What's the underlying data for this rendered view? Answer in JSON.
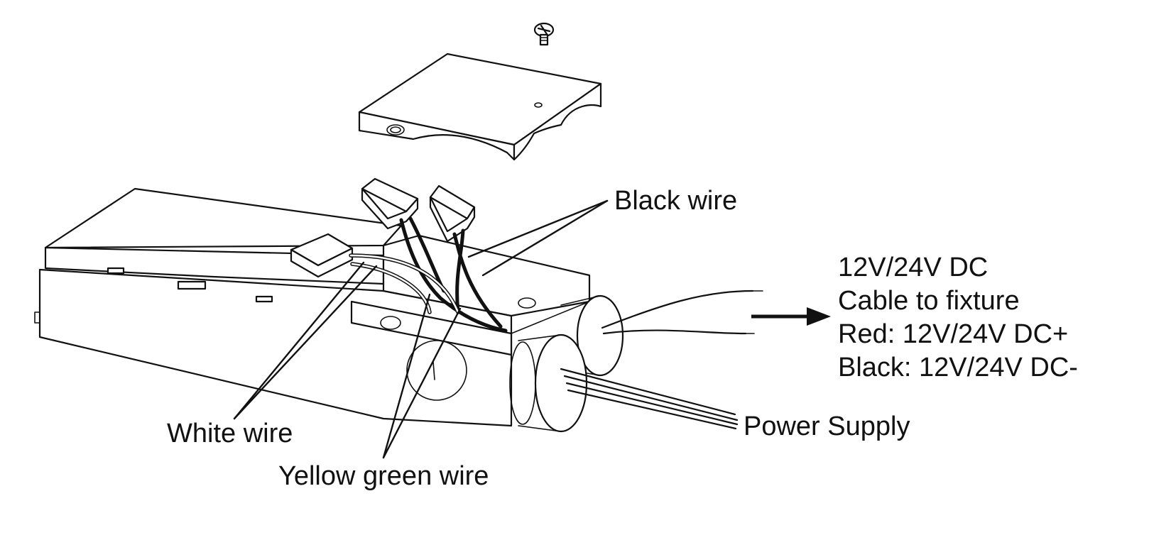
{
  "labels": {
    "black_wire": "Black wire",
    "white_wire": "White wire",
    "yellow_green_wire": "Yellow green wire",
    "power_supply": "Power Supply"
  },
  "fixture_output": {
    "lines": [
      "12V/24V DC",
      "Cable to fixture",
      "Red: 12V/24V DC+",
      "Black: 12V/24V DC-"
    ]
  },
  "colors": {
    "line": "#111111",
    "background": "#ffffff"
  }
}
